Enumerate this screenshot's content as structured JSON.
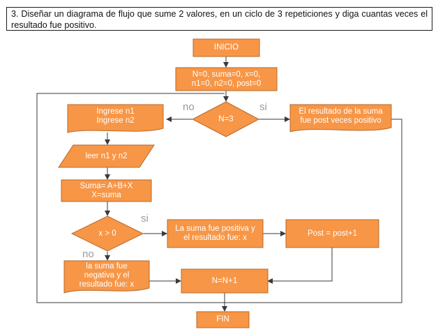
{
  "header": {
    "text": "3. Diseñar un diagrama de flujo que sume 2 valores, en un ciclo de 3 repeticiones y diga cuantas veces el resultado fue positivo."
  },
  "colors": {
    "node_fill": "#F79646",
    "node_stroke": "#B66A2C",
    "line": "#3a3a3a",
    "label_text": "#FFFFFF",
    "branch_text": "#9A9A9A"
  },
  "nodes": {
    "inicio": "INICIO",
    "init": "N=0, suma=0, x=0,\nn1=0, n2=0, post=0",
    "cond_n": "N=3",
    "input": "Ingrese n1\nIngrese n2",
    "result": "El resultado de la suma\nfue post veces positivo",
    "read": "leer n1 y n2",
    "sum": "Suma= A+B+X\nX=suma",
    "cond_x": "x > 0",
    "positive": "La suma fue positiva y\nel resultado fue: x",
    "post": "Post = post+1",
    "negative": "la suma fue\nnegativa y el\nresultado fue: x",
    "increment": "N=N+1",
    "fin": "FIN"
  },
  "branches": {
    "n_no": "no",
    "n_si": "si",
    "x_si": "si",
    "x_no": "no"
  }
}
